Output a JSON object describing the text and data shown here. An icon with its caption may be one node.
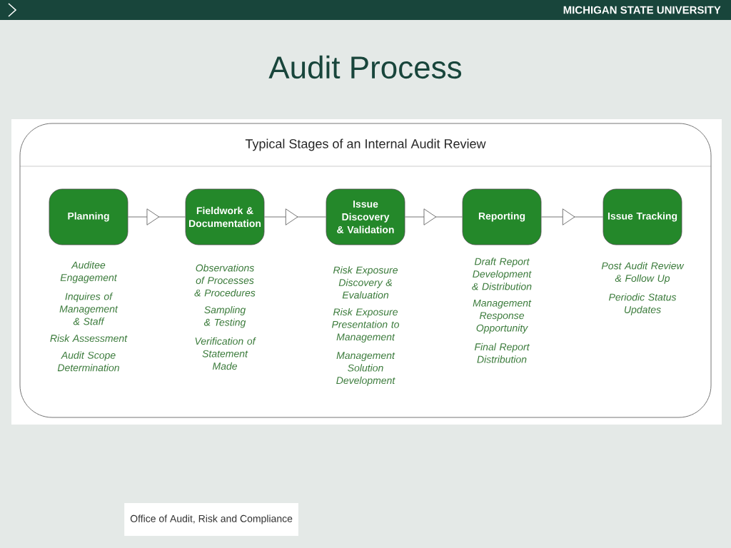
{
  "diagram": {
    "title": "Audit Process",
    "nodes": [
      {
        "text": [
          "Typical Stages of an Internal Audit Review"
        ]
      },
      {
        "text": [
          "Planning"
        ],
        "in": 0,
        "beside": [
          "Auditee Engagement",
          "Inquires of Management & Staff",
          "Risk Assessment",
          "Audit Scope Determination"
        ]
      },
      {
        "text": [
          "Fieldwork & Documentation"
        ],
        "in": 0,
        "beside": [
          "Observations of Processes & Procedures",
          "Sampling & Testing",
          "Verification of Statement Made"
        ]
      },
      {
        "text": [
          "Issue Discovery & Validation"
        ],
        "in": 0,
        "beside": [
          "Risk Exposure Discovery & Evaluation",
          "Risk Exposure Presentation to Management",
          "Management Solution Development"
        ]
      },
      {
        "text": [
          "Reporting"
        ],
        "in": 0,
        "beside": [
          "Draft Report Development & Distribution",
          "Management Response Opportunity",
          "Final Report Distribution"
        ]
      },
      {
        "text": [
          "Issue Tracking"
        ],
        "in": 0,
        "beside": [
          "Post Audit Review & Follow Up",
          "Periodic Status Updates"
        ]
      }
    ],
    "edges": [
      {
        "from": 1,
        "to": 2,
        "arrow": "to"
      },
      {
        "from": 2,
        "to": 3,
        "arrow": "to"
      },
      {
        "from": 3,
        "to": 4,
        "arrow": "to"
      },
      {
        "from": 4,
        "to": 5,
        "arrow": "to"
      }
    ],
    "labels": [
      "MICHIGAN STATE UNIVERSITY",
      "Office of Audit, Risk and Compliance"
    ]
  }
}
